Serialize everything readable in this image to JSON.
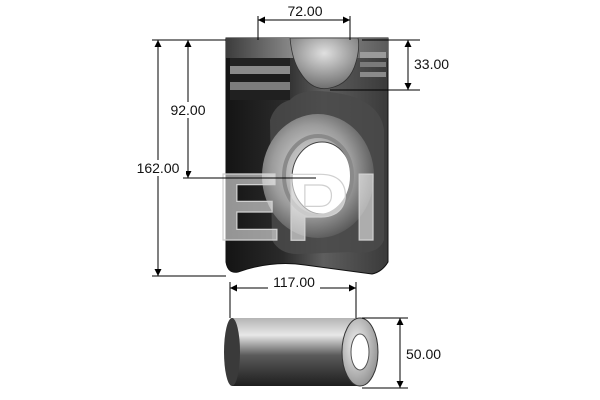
{
  "drawing": {
    "watermark": "EPI",
    "dimensions": {
      "bowl_diameter": "72.00",
      "ring_zone_height": "33.00",
      "compression_height": "92.00",
      "total_height": "162.00",
      "pin_length": "117.00",
      "pin_diameter": "50.00"
    }
  },
  "colors": {
    "line": "#000000",
    "text": "#111111",
    "piston_dark": "#1e1e1e",
    "piston_mid": "#6a6a6a",
    "piston_light": "#c8c8c8",
    "pin_dark": "#2a2a2a",
    "pin_light": "#d9d9d9"
  }
}
